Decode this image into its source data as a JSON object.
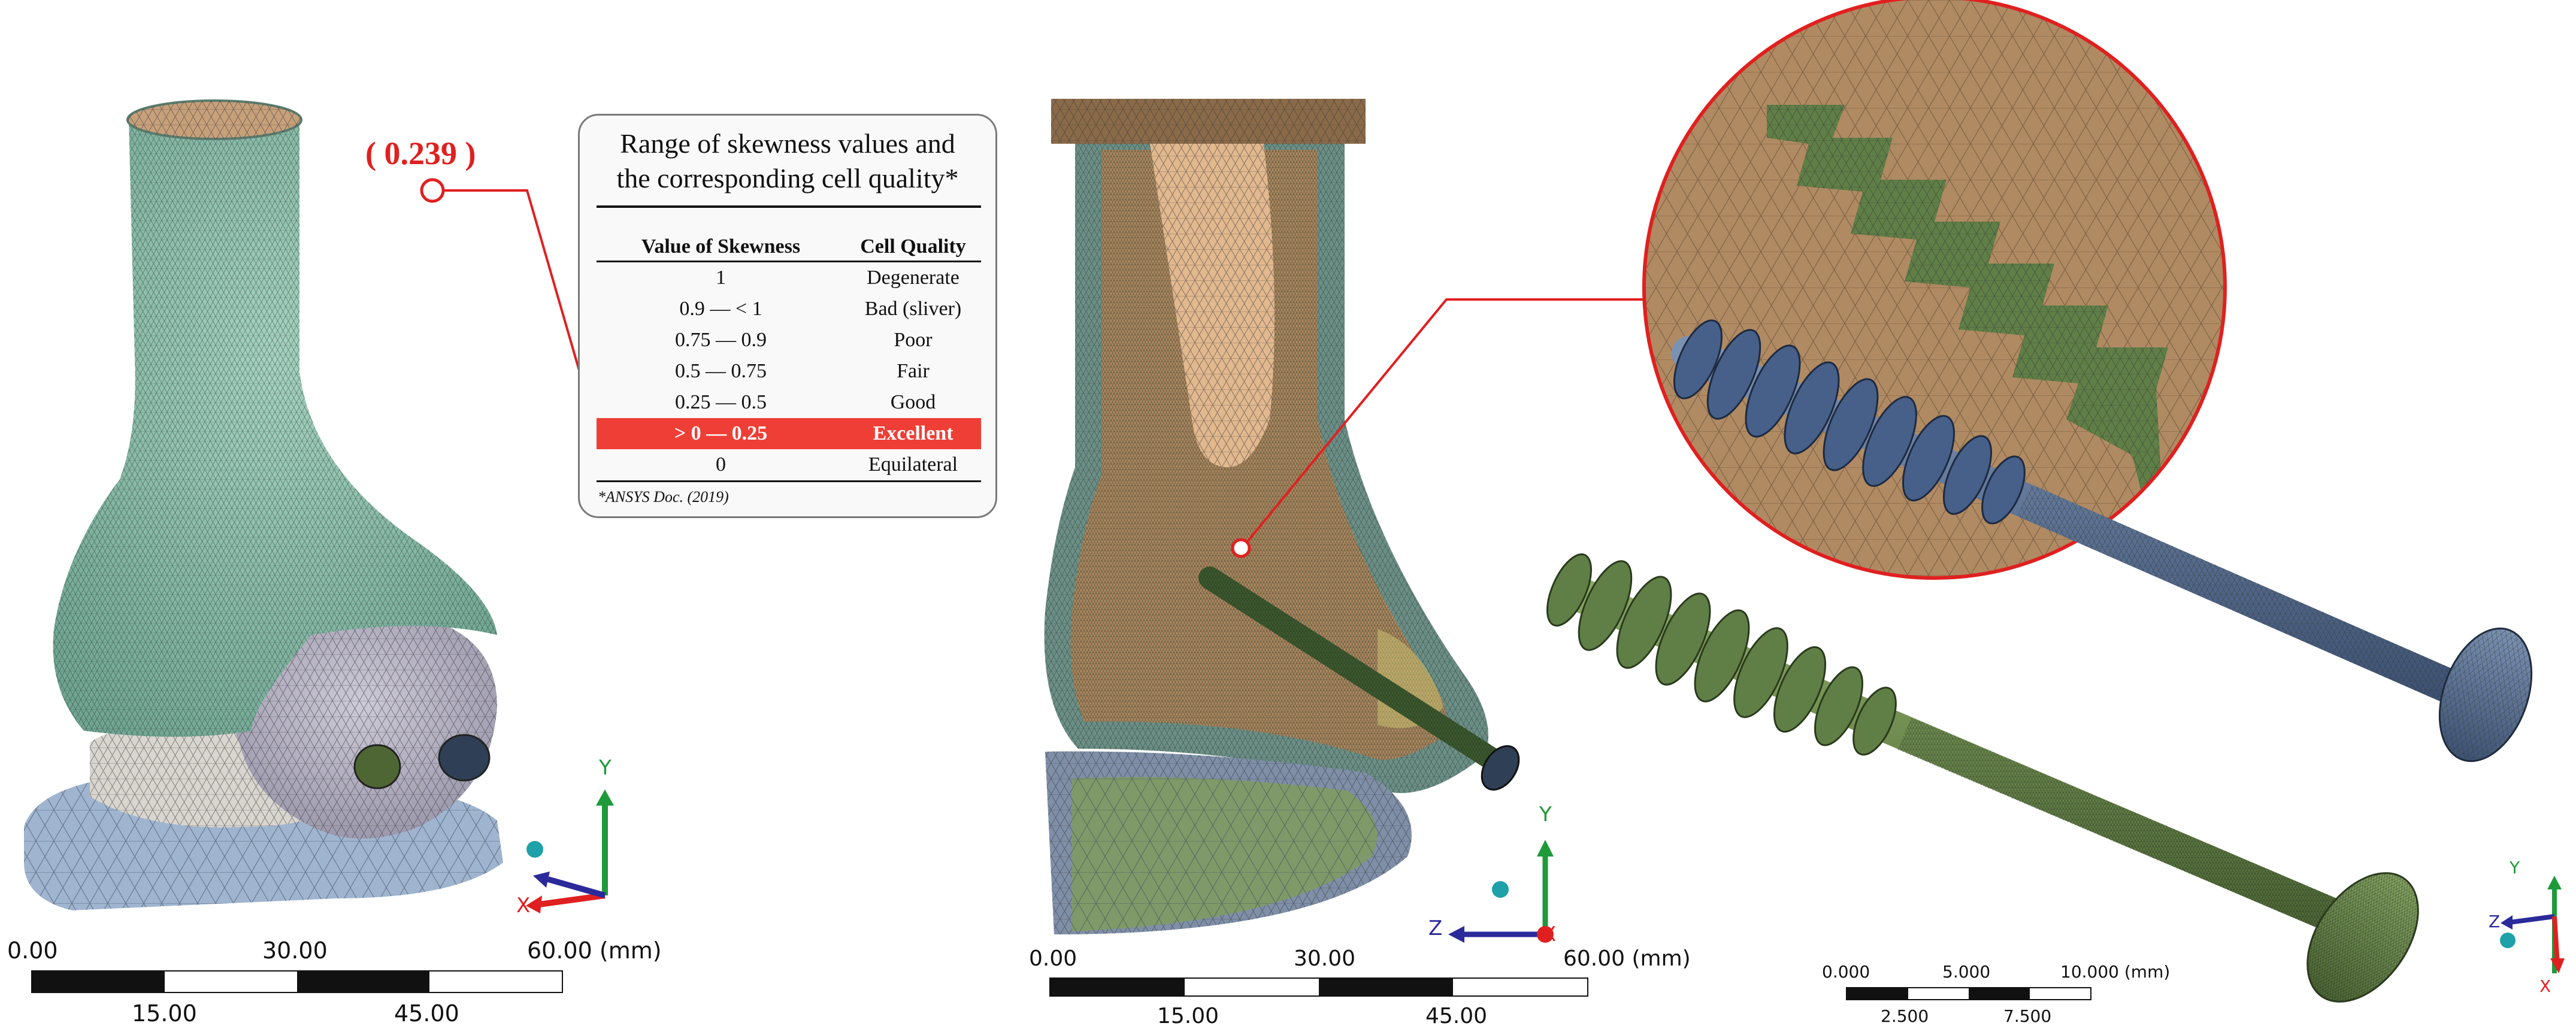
{
  "callout": {
    "value": "( 0.239 )"
  },
  "skewness_table": {
    "title_line1": "Range of skewness values and",
    "title_line2": "the corresponding cell quality*",
    "headers": [
      "Value of Skewness",
      "Cell Quality"
    ],
    "rows": [
      {
        "skewness": "1",
        "quality": "Degenerate"
      },
      {
        "skewness": "0.9 — < 1",
        "quality": "Bad (sliver)"
      },
      {
        "skewness": "0.75 — 0.9",
        "quality": "Poor"
      },
      {
        "skewness": "0.5 — 0.75",
        "quality": "Fair"
      },
      {
        "skewness": "0.25 — 0.5",
        "quality": "Good"
      },
      {
        "skewness": "> 0 — 0.25",
        "quality": "Excellent"
      },
      {
        "skewness": "0",
        "quality": "Equilateral"
      }
    ],
    "highlighted_row": 5,
    "footnote": "*ANSYS Doc. (2019)"
  },
  "scale_left": {
    "top_labels": [
      "0.00",
      "30.00",
      "60.00 (mm)"
    ],
    "bottom_labels": [
      "15.00",
      "45.00"
    ]
  },
  "scale_middle": {
    "top_labels": [
      "0.00",
      "30.00",
      "60.00 (mm)"
    ],
    "bottom_labels": [
      "15.00",
      "45.00"
    ]
  },
  "scale_right": {
    "top_labels": [
      "0.000",
      "5.000",
      "10.000 (mm)"
    ],
    "bottom_labels": [
      "2.500",
      "7.500"
    ]
  },
  "axes": {
    "x": "X",
    "y": "Y",
    "z": "Z"
  },
  "colors": {
    "highlight": "#ef3e36",
    "tibia_mesh": "#8fc4b0",
    "talus_mesh": "#b9b6c6",
    "calcaneus_mesh": "#9fb4cf",
    "cancellous_bone": "#b08a62",
    "screw_green": "#6f8a4d",
    "screw_blue": "#5a6f8f",
    "axis_x": "#e02020",
    "axis_y": "#1e9a3a",
    "axis_z": "#2a2a9a"
  }
}
